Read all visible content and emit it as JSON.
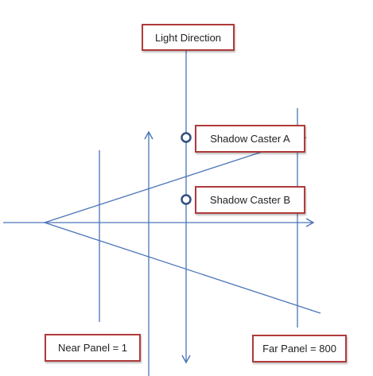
{
  "colors": {
    "line": "#4a74b8",
    "box_border": "#b03a3a",
    "circle": "#2f4f7f",
    "text": "#222222"
  },
  "labels": {
    "light_direction": "Light Direction",
    "shadow_caster_a": "Shadow Caster A",
    "shadow_caster_b": "Shadow Caster B",
    "near_panel": "Near Panel = 1",
    "far_panel": "Far Panel = 800"
  }
}
